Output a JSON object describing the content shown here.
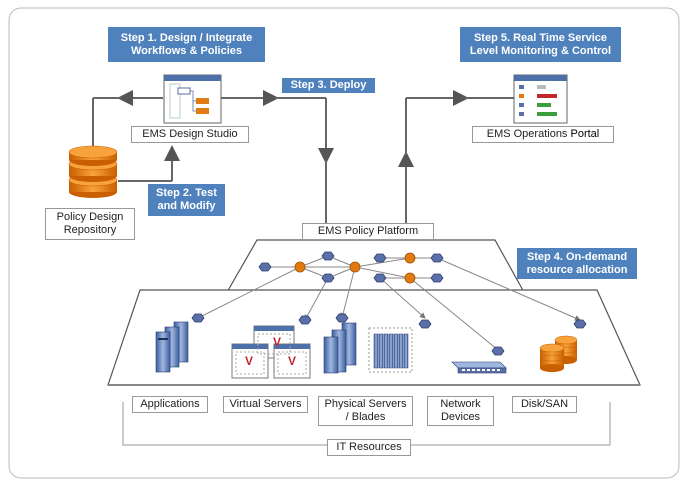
{
  "steps": {
    "step1": "Step 1. Design / Integrate Workflows & Policies",
    "step2": "Step 2. Test and Modify",
    "step3": "Step 3. Deploy",
    "step4": "Step 4. On-demand resource allocation",
    "step5": "Step 5. Real Time Service Level Monitoring & Control"
  },
  "labels": {
    "design_studio": "EMS Design Studio",
    "operations_portal_a": "EMS Operations ",
    "operations_portal_b": "Portal",
    "policy_repo": "Policy Design Repository",
    "policy_platform": "EMS Policy Platform"
  },
  "resources": {
    "applications": "Applications",
    "virtual_servers": "Virtual Servers",
    "physical_servers": "Physical Servers / Blades",
    "network_devices": "Network Devices",
    "disk_san": "Disk/SAN",
    "it_resources": "IT Resources"
  },
  "vm_letter": "V",
  "colors": {
    "step_bg": "#4f81bd",
    "arrow": "#555555",
    "hex_node": "#5b6fa8",
    "orange_node": "#e07b12"
  }
}
